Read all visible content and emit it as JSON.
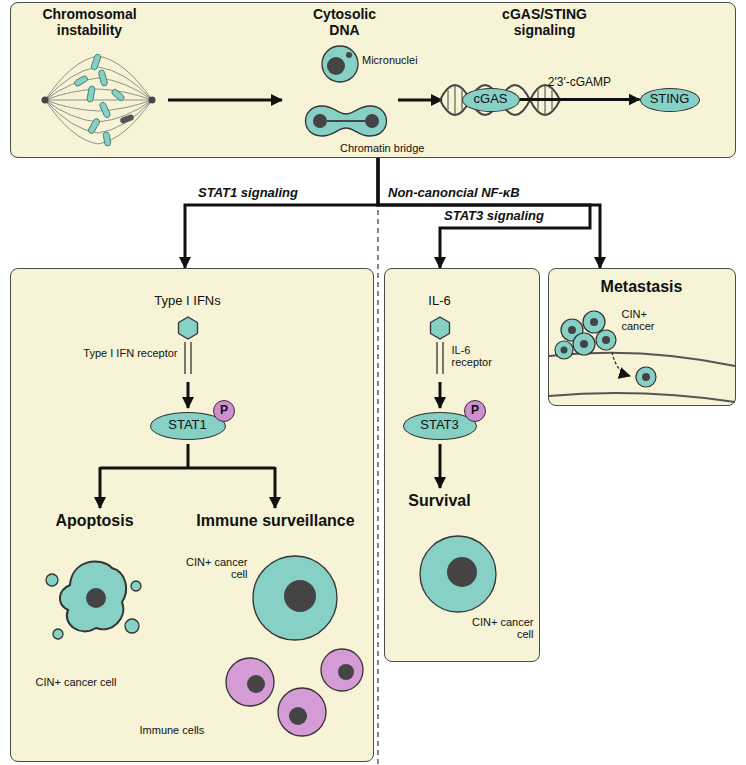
{
  "diagram": {
    "nodes": [
      {
        "text": [
          "Chromosomal instability",
          "Cytosolic DNA",
          "cGAS/STING signaling"
        ]
      },
      {
        "text": [
          "cGAS"
        ],
        "in": 0
      },
      {
        "text": [
          "STING"
        ],
        "in": 0
      },
      {
        "text": [
          "Type I IFNs",
          "Type I IFN receptor",
          "Apoptosis",
          "CIN+ cancer cell",
          "Immune surveillance",
          "CIN+ cancer cell",
          "Immune cells"
        ]
      },
      {
        "text": [
          "STAT1"
        ],
        "in": 3
      },
      {
        "text": [
          "P"
        ],
        "in": 4
      },
      {
        "text": [
          "IL-6",
          "IL-6 receptor",
          "Survival",
          "CIN+ cancer cell"
        ]
      },
      {
        "text": [
          "STAT3"
        ],
        "in": 6
      },
      {
        "text": [
          "P"
        ],
        "in": 7
      },
      {
        "text": [
          "Metastasis",
          "CIN+ cancer"
        ]
      }
    ],
    "edges": [
      {
        "from": 1,
        "to": 2,
        "label": "2'3'-cGAMP",
        "arrow": "to"
      },
      {
        "from": 0,
        "to": 3,
        "arrow": "to"
      },
      {
        "from": 0,
        "to": 6,
        "arrow": "to"
      },
      {
        "from": 0,
        "to": 9,
        "arrow": "to"
      }
    ],
    "labels": [
      "Micronuclei",
      "Chromatin bridge",
      "STAT1 signaling",
      "Non-canoncial NF-κB",
      "STAT3 signaling"
    ]
  }
}
